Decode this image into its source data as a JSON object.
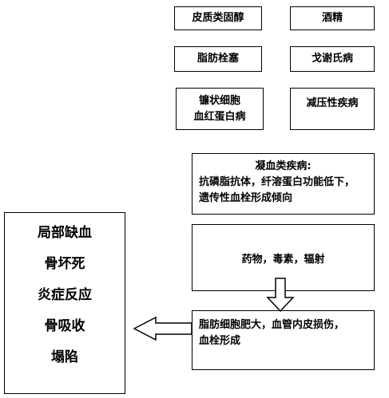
{
  "causes": {
    "row1_left": "皮质类固醇",
    "row1_right": "酒精",
    "row2_left": "脂肪栓塞",
    "row2_right": "戈谢氏病",
    "row3_left_line1": "镰状细胞",
    "row3_left_line2": "血红蛋白病",
    "row3_right": "减压性疾病"
  },
  "coagulation": {
    "title": "凝血类疾病:",
    "line1": "抗磷脂抗体，纤溶蛋白功能低下，",
    "line2": "遗传性血栓形成倾向"
  },
  "toxins": {
    "text": "药物，毒素，辐射"
  },
  "pathology": {
    "line1": "脂肪细胞肥大，血管内皮损伤，",
    "line2": "血栓形成"
  },
  "outcomes": [
    "局部缺血",
    "骨坏死",
    "炎症反应",
    "骨吸收",
    "塌陷"
  ]
}
